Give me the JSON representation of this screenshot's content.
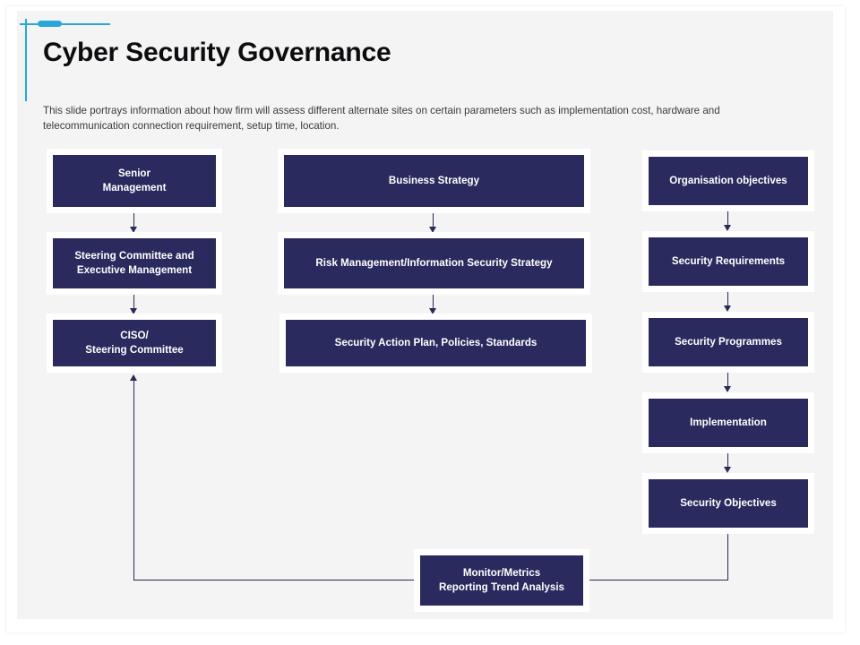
{
  "slide": {
    "title": "Cyber Security Governance",
    "subtitle": "This slide portrays information about how firm will assess different alternate sites on certain parameters such as implementation cost, hardware and telecommunication connection requirement, setup time, location.",
    "accent_color": "#29a7d8",
    "node_color": "#2a2a5e",
    "node_text_color": "#ffffff",
    "background_color": "#f4f4f5",
    "connector_color": "#2a2a52"
  },
  "diagram": {
    "columns": [
      {
        "name": "governance-roles",
        "nodes": [
          {
            "line1": "Senior",
            "line2": "Management"
          },
          {
            "line1": "Steering Committee and",
            "line2": "Executive Management"
          },
          {
            "line1": "CISO/",
            "line2": "Steering Committee"
          }
        ]
      },
      {
        "name": "strategy-chain",
        "nodes": [
          {
            "line1": "Business Strategy",
            "line2": ""
          },
          {
            "line1": "Risk Management/Information Security Strategy",
            "line2": ""
          },
          {
            "line1": "Security Action Plan, Policies, Standards",
            "line2": ""
          }
        ]
      },
      {
        "name": "objectives-chain",
        "nodes": [
          {
            "line1": "Organisation objectives",
            "line2": ""
          },
          {
            "line1": "Security Requirements",
            "line2": ""
          },
          {
            "line1": "Security Programmes",
            "line2": ""
          },
          {
            "line1": "Implementation",
            "line2": ""
          },
          {
            "line1": "Security Objectives",
            "line2": ""
          }
        ]
      }
    ],
    "feedback_node": {
      "line1": "Monitor/Metrics",
      "line2": "Reporting Trend Analysis"
    }
  }
}
